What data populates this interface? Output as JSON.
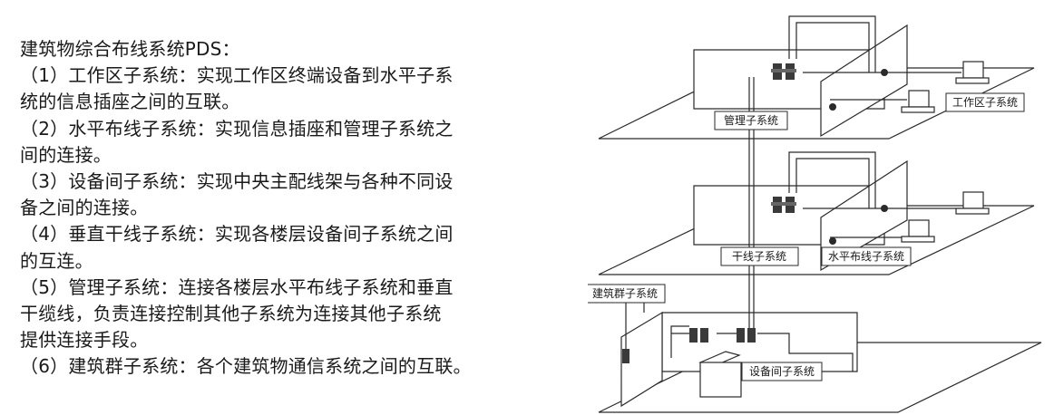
{
  "text": {
    "title": "建筑物综合布线系统PDS：",
    "lines": [
      "（1）工作区子系统：实现工作区终端设备到水平子系",
      "统的信息插座之间的互联。",
      "（2）水平布线子系统：实现信息插座和管理子系统之",
      "间的连接。",
      "（3）设备间子系统：实现中央主配线架与各种不同设",
      "备之间的连接。",
      "（4）垂直干线子系统：实现各楼层设备间子系统之间",
      "的互连。",
      "（5）管理子系统：连接各楼层水平布线子系统和垂直",
      "干缆线，负责连接控制其他子系统为连接其他子系统",
      "提供连接手段。",
      "（6）建筑群子系统：各个建筑物通信系统之间的互联。"
    ]
  },
  "diagram": {
    "labels": {
      "management": "管理子系统",
      "work_area": "工作区子系统",
      "backbone": "干线子系统",
      "horizontal": "水平布线子系统",
      "campus": "建筑群子系统",
      "equipment_room": "设备间子系统"
    }
  }
}
